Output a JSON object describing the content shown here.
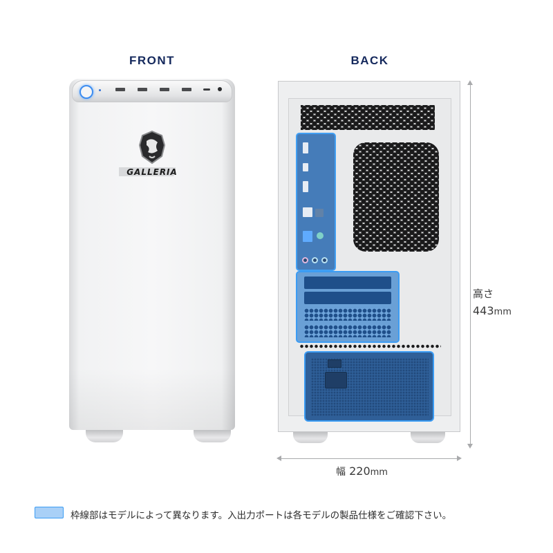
{
  "views": {
    "front": {
      "label": "FRONT"
    },
    "back": {
      "label": "BACK"
    }
  },
  "front_case": {
    "brand_logo_text": "GALLERIA",
    "io_panel": [
      "power-button",
      "power-led",
      "usb-a",
      "usb-a",
      "usb-a",
      "usb-a",
      "usb-c",
      "audio-jack"
    ]
  },
  "back_case": {
    "highlighted_regions": [
      "io-shield",
      "expansion-slots",
      "power-supply"
    ],
    "highlight_color": "#3b9cf4"
  },
  "dimensions": {
    "height_label": "高さ",
    "height_value": "443",
    "height_unit": "mm",
    "width_label": "幅",
    "width_value": "220",
    "width_unit": "mm"
  },
  "legend": {
    "swatch_color": "#a9d0f7",
    "text": "枠線部はモデルによって異なります。入出力ポートは各モデルの製品仕様をご確認下さい。"
  }
}
